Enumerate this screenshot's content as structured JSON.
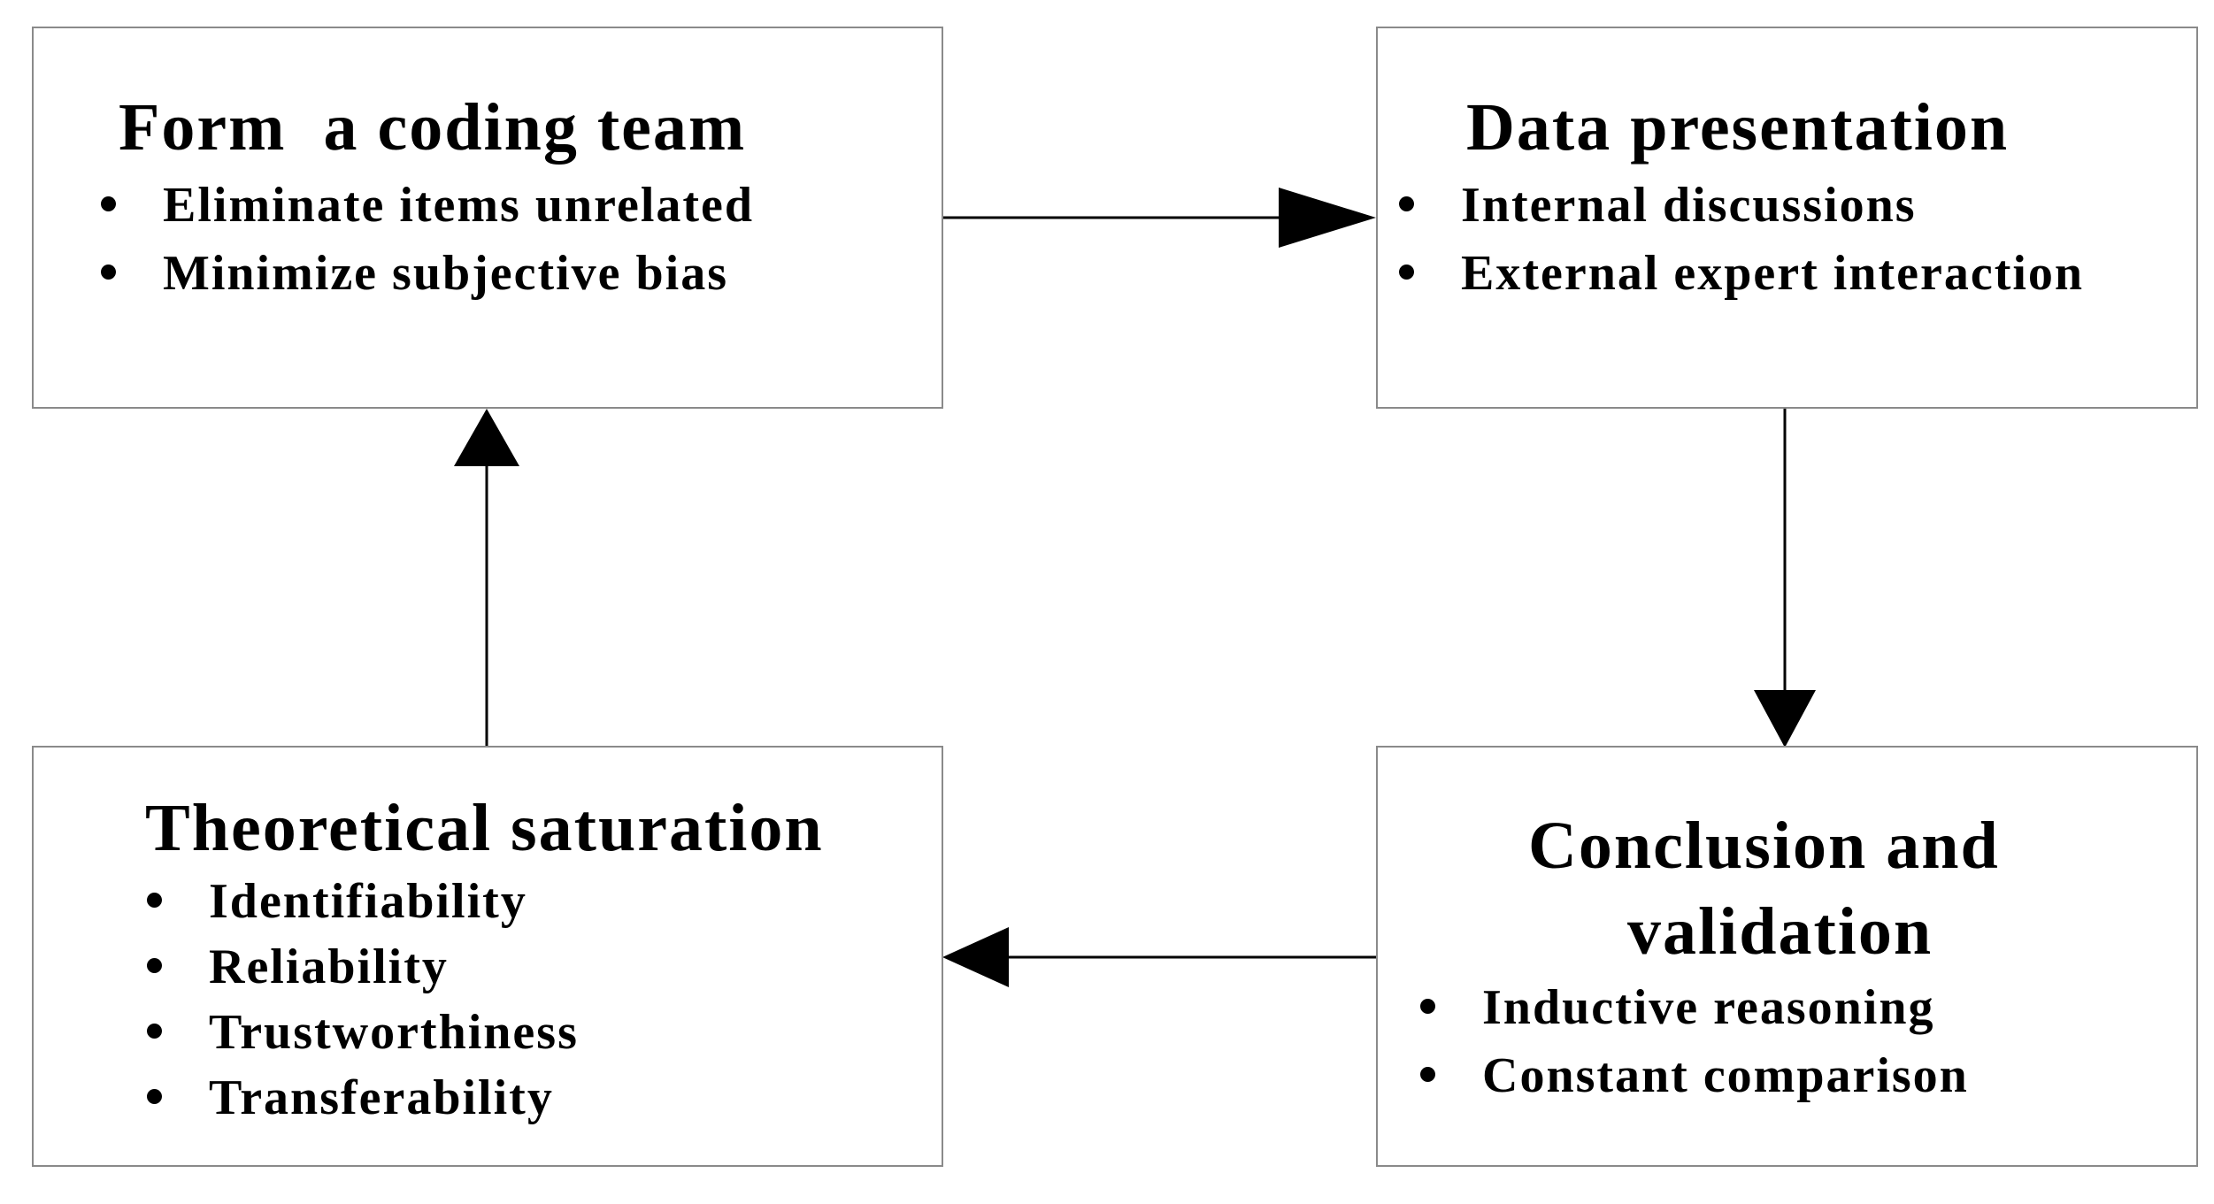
{
  "boxes": {
    "coding_team": {
      "title": "Form  a coding team",
      "items": [
        "Eliminate items unrelated",
        "Minimize subjective bias"
      ]
    },
    "data_presentation": {
      "title": "Data presentation",
      "items": [
        "Internal discussions",
        "External expert interaction"
      ]
    },
    "conclusion": {
      "title_line1": "Conclusion and",
      "title_line2": "validation",
      "items": [
        "Inductive reasoning",
        "Constant comparison"
      ]
    },
    "saturation": {
      "title": "Theoretical saturation",
      "items": [
        "Identifiability",
        "Reliability",
        "Trustworthiness",
        "Transferability"
      ]
    }
  },
  "colors": {
    "box_border": "#8a8a8a",
    "text": "#000000",
    "arrow": "#000000"
  }
}
